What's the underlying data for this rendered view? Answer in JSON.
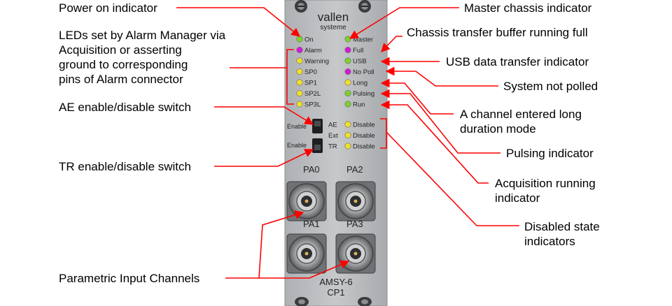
{
  "panel": {
    "brand_line1": "vallen",
    "brand_line2": "systeme",
    "model_line1": "AMSY-6",
    "model_line2": "CP1",
    "switch_label": "Enable",
    "left_leds": [
      "On",
      "Alarm",
      "Warning",
      "SP0",
      "SP1",
      "SP2L",
      "SP3L"
    ],
    "right_leds": [
      "Master",
      "Full",
      "USB",
      "No Poll",
      "Long",
      "Pulsing",
      "Run"
    ],
    "status_rows": [
      {
        "tag": "AE",
        "label": "Disable"
      },
      {
        "tag": "Ext",
        "label": "Disable"
      },
      {
        "tag": "TR",
        "label": "Disable"
      }
    ],
    "channels": [
      "PA0",
      "PA2",
      "PA1",
      "PA3"
    ],
    "colors": {
      "panel": "#b8bbbe",
      "led_green": "#7fd12a",
      "led_magenta": "#d21ad6",
      "led_yellow": "#f1e02a",
      "arrow": "#ff0000"
    },
    "left_led_colors": [
      "green",
      "magenta",
      "yellow",
      "yellow",
      "yellow",
      "yellow",
      "yellow"
    ],
    "right_led_colors": [
      "green",
      "magenta",
      "green",
      "magenta",
      "yellow",
      "green",
      "green"
    ]
  },
  "callouts": {
    "power_on": "Power on indicator",
    "leds_alarm": "LEDs set by Alarm Manager via\nAcquisition or asserting\nground to corresponding\npins of Alarm connector",
    "ae_switch": "AE enable/disable switch",
    "tr_switch": "TR enable/disable switch",
    "parametric": "Parametric Input Channels",
    "master": "Master chassis indicator",
    "full": "Chassis transfer buffer running full",
    "usb": "USB data transfer indicator",
    "no_poll": "System not polled",
    "long": "A channel entered long\nduration mode",
    "pulsing": "Pulsing indicator",
    "run": "Acquisition running\nindicator",
    "disabled": "Disabled state\nindicators"
  }
}
